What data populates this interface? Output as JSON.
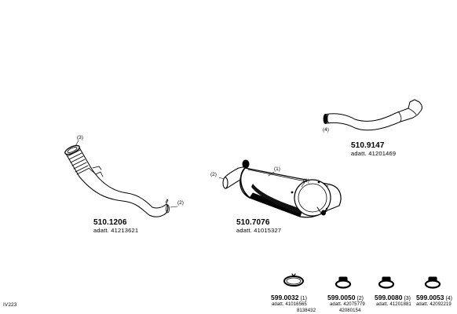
{
  "diagram_id": "IV223",
  "parts": {
    "tailpipe": {
      "callout": "(4)",
      "code": "510.9147",
      "ref": "adatt. 41201469"
    },
    "front_pipe": {
      "callout_top": "(3)",
      "callout_bottom": "(2)",
      "code": "510.1206",
      "ref": "adatt. 41213621"
    },
    "muffler": {
      "callout_inlet": "(2)",
      "callout_1a": "(1)",
      "callout_1b": "(1)",
      "code": "510.7076",
      "ref": "adatt. 41015327"
    }
  },
  "clamps": [
    {
      "code": "599.0032",
      "qty": "(1)",
      "refs": [
        "adatt. 41016565",
        "8138432"
      ]
    },
    {
      "code": "599.0050",
      "qty": "(2)",
      "refs": [
        "adatt. 42075779",
        "42080154"
      ]
    },
    {
      "code": "599.0080",
      "qty": "(3)",
      "refs": [
        "adatt. 41201881"
      ]
    },
    {
      "code": "599.0053",
      "qty": "(4)",
      "refs": [
        "adatt. 42092219"
      ]
    }
  ]
}
